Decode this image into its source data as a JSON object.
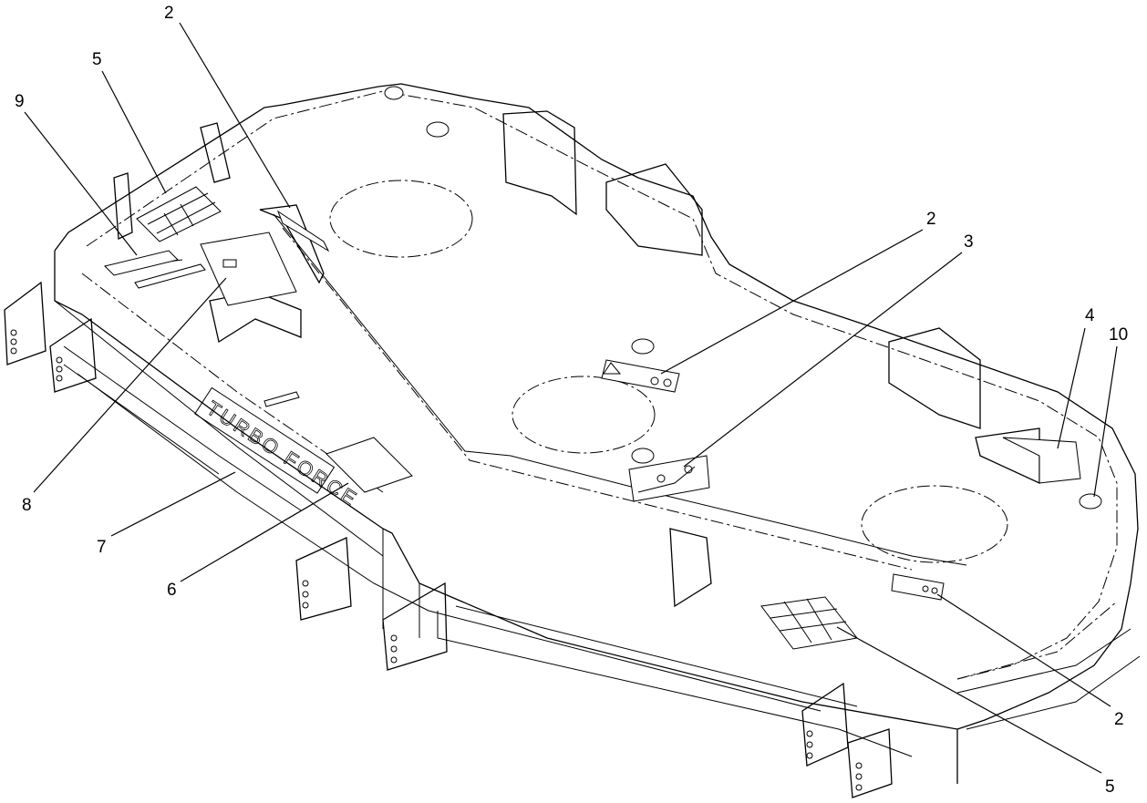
{
  "callouts": [
    {
      "id": "c-2-top",
      "label": "2"
    },
    {
      "id": "c-5-top",
      "label": "5"
    },
    {
      "id": "c-9",
      "label": "9"
    },
    {
      "id": "c-2-mid",
      "label": "2"
    },
    {
      "id": "c-3",
      "label": "3"
    },
    {
      "id": "c-4",
      "label": "4"
    },
    {
      "id": "c-10",
      "label": "10"
    },
    {
      "id": "c-8",
      "label": "8"
    },
    {
      "id": "c-7",
      "label": "7"
    },
    {
      "id": "c-6",
      "label": "6"
    },
    {
      "id": "c-2-bottom",
      "label": "2"
    },
    {
      "id": "c-5-bottom",
      "label": "5"
    }
  ],
  "deck_lettering": "TURBO FORCE"
}
